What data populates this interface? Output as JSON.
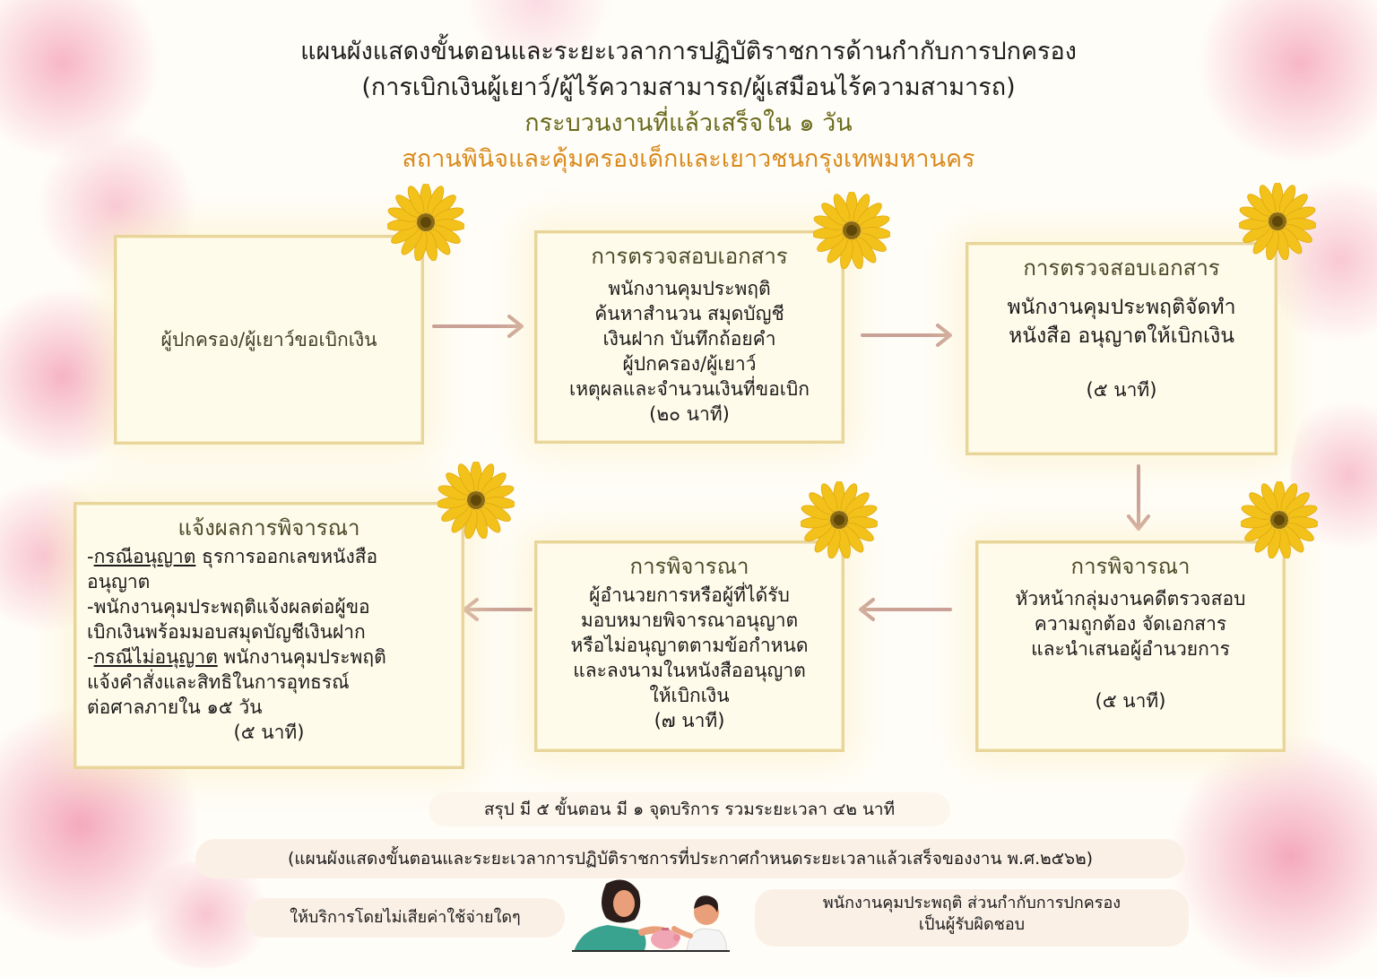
{
  "title": {
    "line1": "แผนผังแสดงขั้นตอนและระยะเวลาการปฏิบัติราชการด้านกำกับการปกครอง",
    "line2": "(การเบิกเงินผู้เยาว์/ผู้ไร้ความสามารถ/ผู้เสมือนไร้ความสามารถ)",
    "line3": "กระบวนงานที่แล้วเสร็จใน ๑ วัน",
    "line4": "สถานพินิจและคุ้มครองเด็กและเยาวชนกรุงเทพมหานคร"
  },
  "steps": {
    "step1": {
      "body": "ผู้ปกครอง/ผู้เยาว์ขอเบิกเงิน"
    },
    "step2": {
      "head": "การตรวจสอบเอกสาร",
      "lines": [
        "พนักงานคุมประพฤติ",
        "ค้นหาสำนวน สมุดบัญชี",
        "เงินฝาก บันทึกถ้อยคำ",
        "ผู้ปกครอง/ผู้เยาว์",
        "เหตุผลและจำนวนเงินที่ขอเบิก"
      ],
      "time": "(๒๐ นาที)"
    },
    "step3": {
      "head": "การตรวจสอบเอกสาร",
      "lines": [
        "พนักงานคุมประพฤติจัดทำ",
        "หนังสือ อนุญาตให้เบิกเงิน"
      ],
      "time": "(๕ นาที)"
    },
    "step4": {
      "head": "การพิจารณา",
      "lines": [
        "หัวหน้ากลุ่มงานคดีตรวจสอบ",
        "ความถูกต้อง จัดเอกสาร",
        "และนำเสนอผู้อำนวยการ"
      ],
      "time": "(๕ นาที)"
    },
    "step5": {
      "head": "การพิจารณา",
      "lines": [
        "ผู้อำนวยการหรือผู้ที่ได้รับ",
        "มอบหมายพิจารณาอนุญาต",
        "หรือไม่อนุญาตตามข้อกำหนด",
        "และลงนามในหนังสืออนุญาต",
        "ให้เบิกเงิน"
      ],
      "time": "(๗ นาที)"
    },
    "step6": {
      "head": "แจ้งผลการพิจารณา",
      "case1_label": "กรณีอนุญาต",
      "case1_text": " ธุรการออกเลขหนังสือ",
      "case1_line2": "อนุญาต",
      "line3": "-พนักงานคุมประพฤติแจ้งผลต่อผู้ขอ",
      "line4": "เบิกเงินพร้อมมอบสมุดบัญชีเงินฝาก",
      "case2_label": "กรณีไม่อนุญาต",
      "case2_text": " พนักงานคุมประพฤติ",
      "line6": "แจ้งคำสั่งและสิทธิในการอุทธรณ์",
      "line7": "ต่อศาลภายใน ๑๕ วัน",
      "time": "(๕ นาที)"
    }
  },
  "footer": {
    "summary": "สรุป มี ๕ ขั้นตอน มี ๑ จุดบริการ รวมระยะเวลา ๔๒ นาที",
    "note": "(แผนผังแสดงขั้นตอนและระยะเวลาการปฏิบัติราชการที่ประกาศกำหนดระยะเวลาแล้วเสร็จของงาน พ.ศ.๒๕๖๒)",
    "free": "ให้บริการโดยไม่เสียค่าใช้จ่ายใดๆ",
    "responsible1": "พนักงานคุมประพฤติ ส่วนกำกับการปกครอง",
    "responsible2": "เป็นผู้รับผิดชอบ"
  },
  "colors": {
    "accent_green": "#6b6a1c",
    "accent_orange": "#d98a1c",
    "flower": "#f2c21b",
    "arrow": "#caa196"
  }
}
